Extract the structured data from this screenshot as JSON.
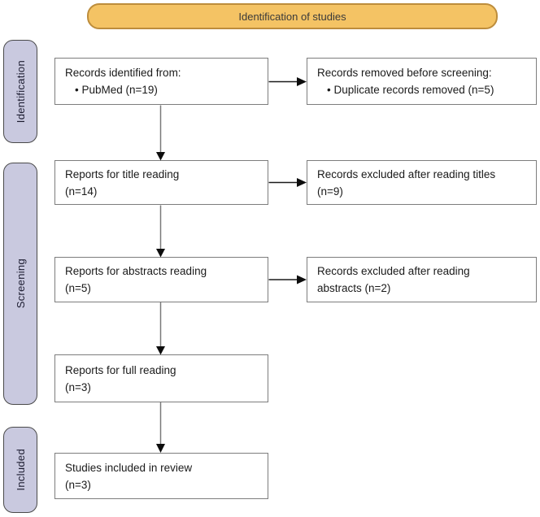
{
  "banner": {
    "label": "Identification of studies",
    "bg_color": "#F4C364",
    "border_color": "#BD8D3C"
  },
  "sidebar": {
    "bg_color": "#C9C9DF",
    "items": [
      {
        "label": "Identification"
      },
      {
        "label": "Screening"
      },
      {
        "label": "Included"
      }
    ]
  },
  "flow": {
    "boxes": [
      {
        "line1": "Records identified from:",
        "line2": "• PubMed (n=19)"
      },
      {
        "line1": "Records removed before screening:",
        "line2": "• Duplicate records removed (n=5)"
      },
      {
        "line1": "Reports for title reading",
        "line2": "(n=14)"
      },
      {
        "line1": "Records excluded after reading titles",
        "line2": "(n=9)"
      },
      {
        "line1": "Reports for abstracts reading",
        "line2": "(n=5)"
      },
      {
        "line1": "Records excluded after reading",
        "line2": "abstracts (n=2)"
      },
      {
        "line1": "Reports for full reading",
        "line2": "(n=3)"
      },
      {
        "line1": "Studies included in review",
        "line2": "(n=3)"
      }
    ]
  },
  "colors": {
    "box_border": "#7d7d7d",
    "vertical_arrow_line": "#7a7a7a",
    "horizontal_arrow_line": "#1a1a1a",
    "arrowhead": "#0d0d0d"
  }
}
